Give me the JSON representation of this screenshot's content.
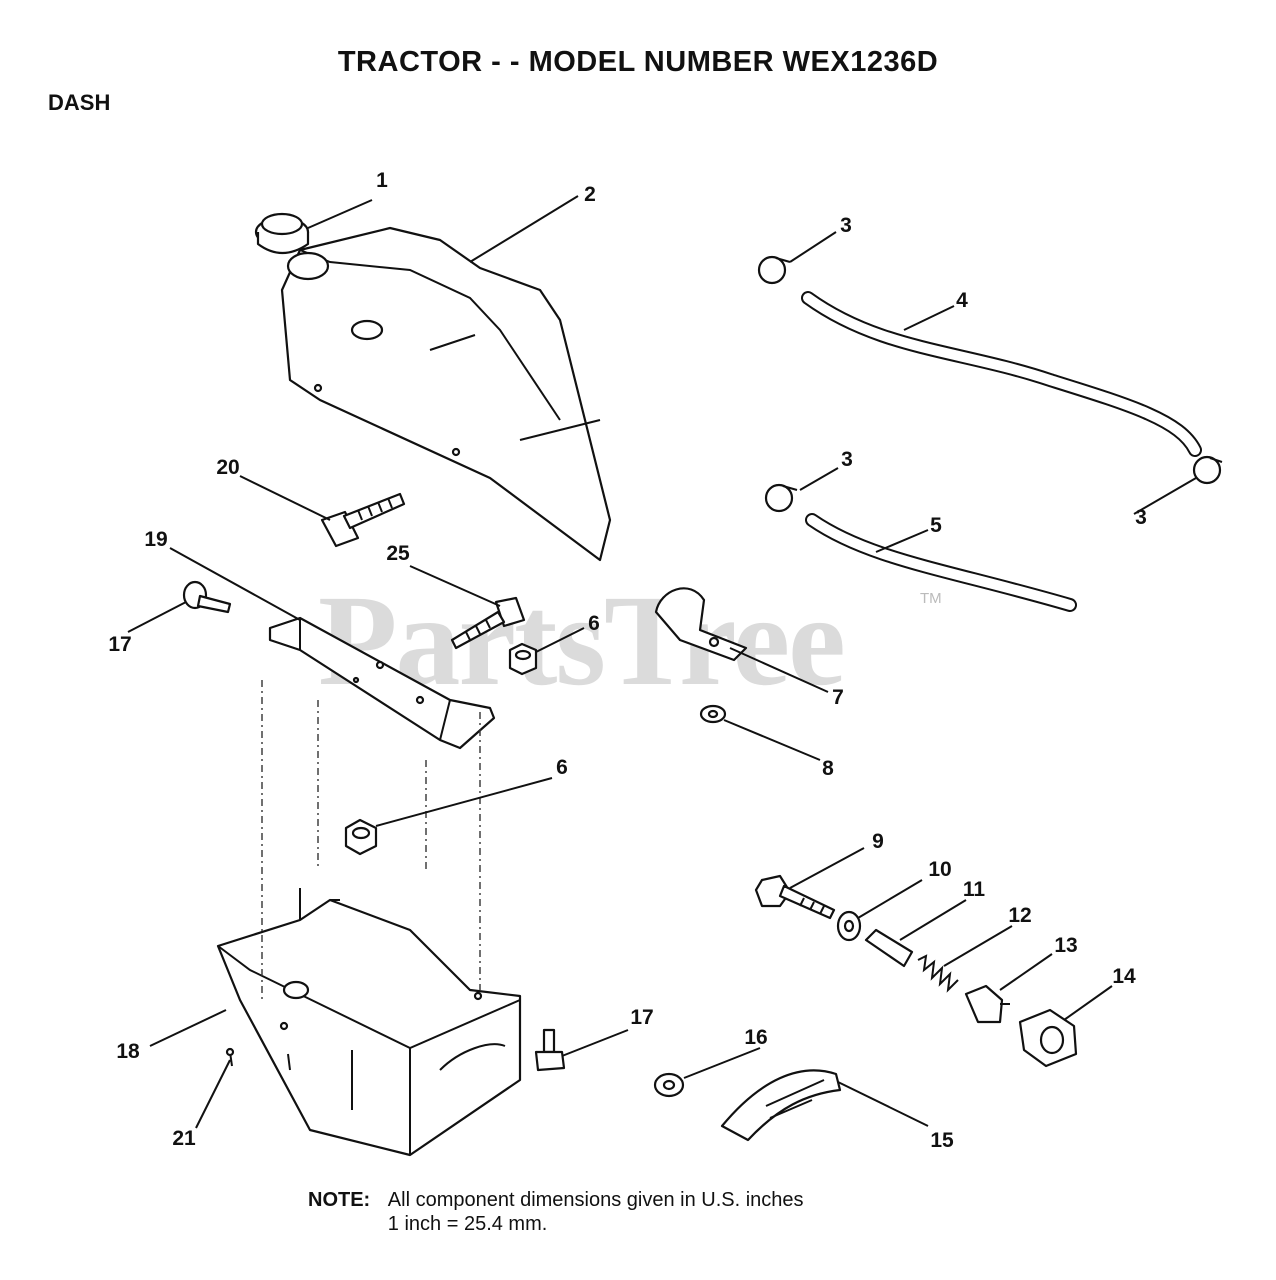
{
  "header": {
    "title": "TRACTOR - - MODEL NUMBER WEX1236D",
    "section": "DASH"
  },
  "watermark": {
    "text": "PartsTree",
    "tm": "TM"
  },
  "callouts": {
    "c1": "1",
    "c2": "2",
    "c3a": "3",
    "c3b": "3",
    "c3c": "3",
    "c4": "4",
    "c5": "5",
    "c6a": "6",
    "c6b": "6",
    "c7": "7",
    "c8": "8",
    "c9": "9",
    "c10": "10",
    "c11": "11",
    "c12": "12",
    "c13": "13",
    "c14": "14",
    "c15": "15",
    "c16": "16",
    "c17a": "17",
    "c17b": "17",
    "c18": "18",
    "c19": "19",
    "c20": "20",
    "c21": "21",
    "c25": "25"
  },
  "note": {
    "label": "NOTE:",
    "line1": "All component dimensions given in U.S. inches",
    "line2": "1 inch = 25.4 mm."
  }
}
